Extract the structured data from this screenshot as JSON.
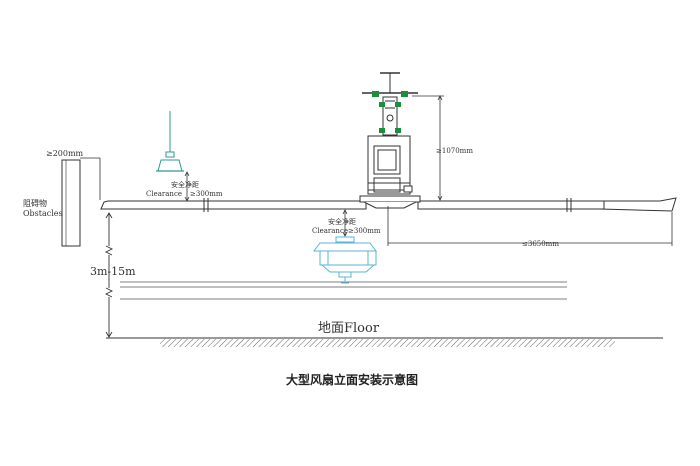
{
  "labels": {
    "obstacle_gap": "≥200mm",
    "obstacle_cn": "阻碍物",
    "obstacle_en": "Obstacles",
    "lamp_clear_cn": "安全净距",
    "lamp_clear_en": "Clearance",
    "lamp_clear_val": "≥300mm",
    "top_height": "≥1070mm",
    "fan_clear_cn": "安全净距",
    "fan_clear_en": "Clearance",
    "fan_clear_val": "≥300mm",
    "blade_len": "≤3650mm",
    "mount_height": "3m-15m",
    "floor": "地面Floor",
    "caption": "大型风扇立面安装示意图"
  },
  "colors": {
    "line": "#333333",
    "accent": "#2a9d8f",
    "hub_green": "#1b8f3a",
    "fan_blue": "#5ab4d6"
  }
}
